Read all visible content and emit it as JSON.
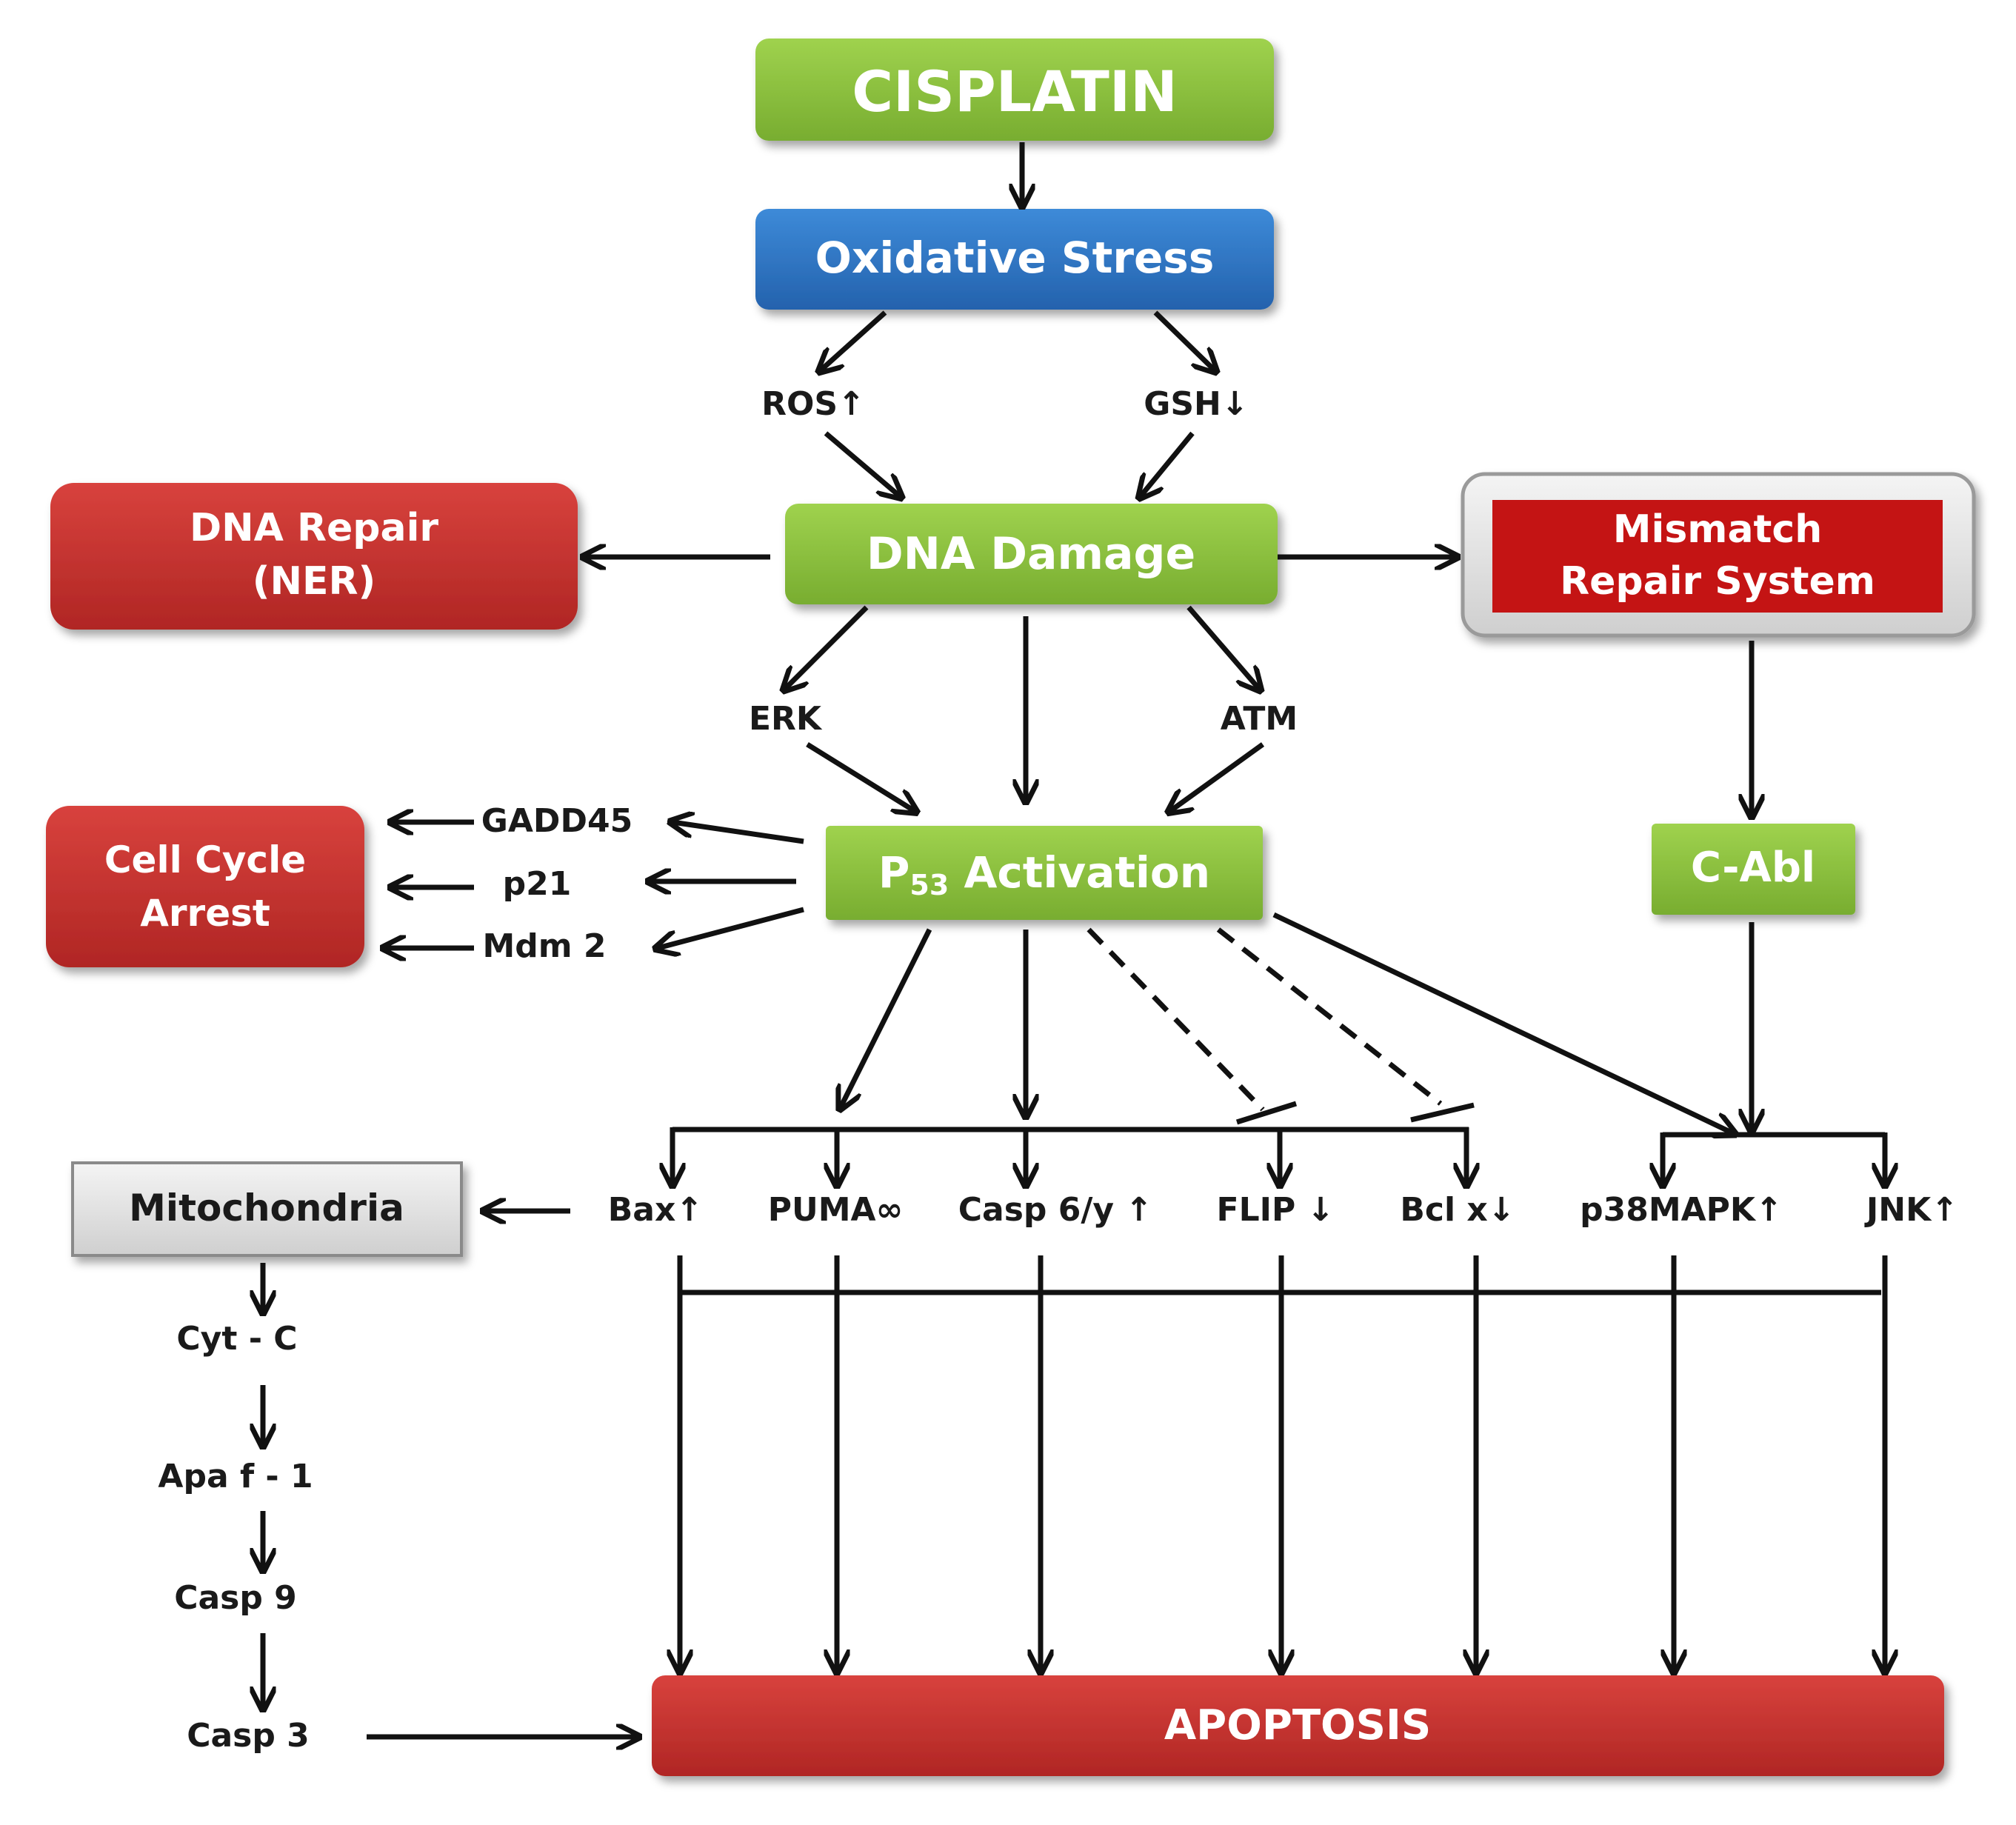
{
  "colors": {
    "green": "#8cc63f",
    "green_dark": "#6fa52a",
    "blue": "#2f78c8",
    "red": "#c8302f",
    "red_dark": "#9c1f1e",
    "gray_box": "#e3e3e3",
    "arrow": "#111111"
  },
  "nodes": {
    "cisplatin": "CISPLATIN",
    "oxidative_stress": "Oxidative Stress",
    "ros": "ROS↑",
    "gsh": "GSH↓",
    "dna_damage": "DNA Damage",
    "dna_repair_line1": "DNA Repair",
    "dna_repair_line2": "(NER)",
    "mismatch_line1": "Mismatch",
    "mismatch_line2": "Repair System",
    "erk": "ERK",
    "atm": "ATM",
    "p53_prefix": "P",
    "p53_sub": "53",
    "p53_rest": " Activation",
    "c_abl": "C-Abl",
    "cell_cycle_line1": "Cell Cycle",
    "cell_cycle_line2": "Arrest",
    "gadd45": "GADD45",
    "p21": "p21",
    "mdm2": "Mdm 2",
    "mitochondria": "Mitochondria",
    "bax": "Bax↑",
    "puma": "PUMA∞",
    "casp6": "Casp 6/y ↑",
    "flip": "FLIP ↓",
    "bclx": "Bcl x↓",
    "p38": "p38MAPK↑",
    "jnk": "JNK↑",
    "cytc": "Cyt - C",
    "apaf": "Apa f - 1",
    "casp9": "Casp 9",
    "casp3": "Casp 3",
    "apoptosis": "APOPTOSIS"
  }
}
